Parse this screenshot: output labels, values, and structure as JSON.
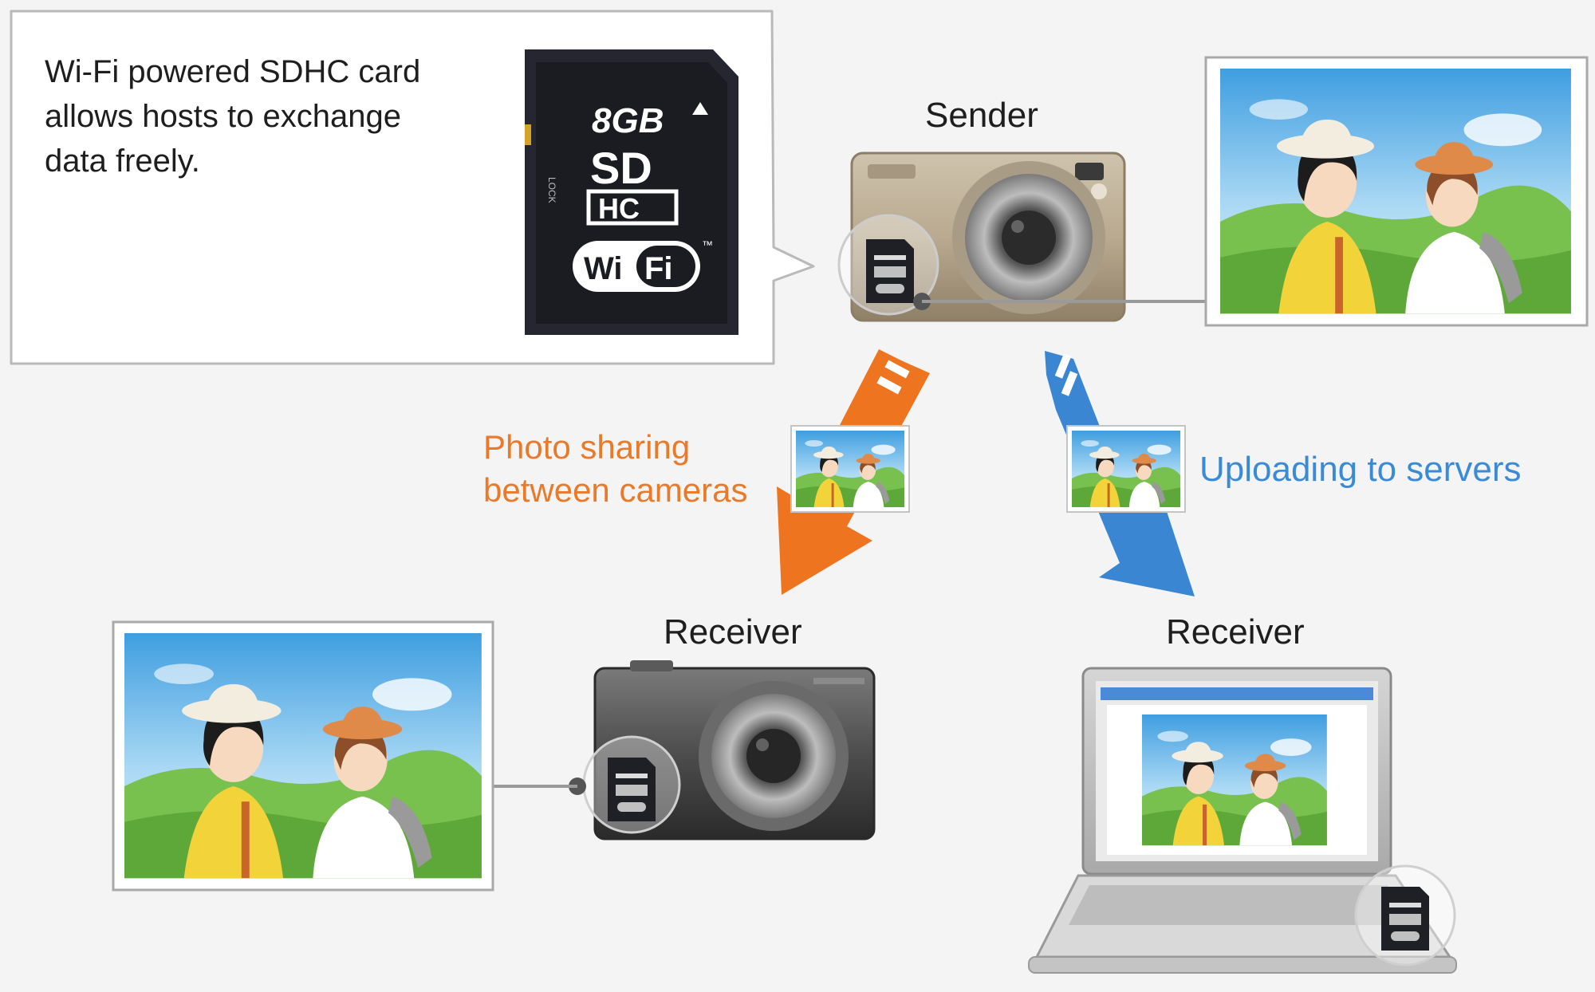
{
  "callout": {
    "text_line1": "Wi-Fi powered SDHC card",
    "text_line2": "allows hosts to exchange",
    "text_line3": "data freely."
  },
  "sd_card": {
    "capacity": "8GB",
    "logo_top": "SD",
    "logo_bottom": "HC",
    "wifi_left": "Wi",
    "wifi_right": "Fi",
    "lock": "LOCK",
    "tm": "™"
  },
  "sender": {
    "label": "Sender"
  },
  "receiver_camera": {
    "label": "Receiver"
  },
  "receiver_pc": {
    "label": "Receiver"
  },
  "flows": {
    "camera_line1": "Photo sharing",
    "camera_line2": "between cameras",
    "server": "Uploading to servers"
  },
  "colors": {
    "orange": "#e87a2a",
    "blue": "#3a8bd6",
    "sky": "#58aee6",
    "grass": "#79c14e"
  }
}
